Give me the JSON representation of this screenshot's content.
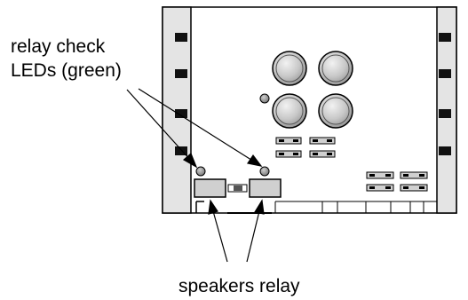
{
  "callouts": {
    "led_line_1": "relay check",
    "led_line_2": "LEDs (green)",
    "relay": "speakers relay"
  },
  "colors": {
    "outline": "#000000",
    "heatsink_fill": "#e4e4e4",
    "component_fill": "#d0d0d0",
    "led_fill": "#999999",
    "background": "#ffffff"
  }
}
